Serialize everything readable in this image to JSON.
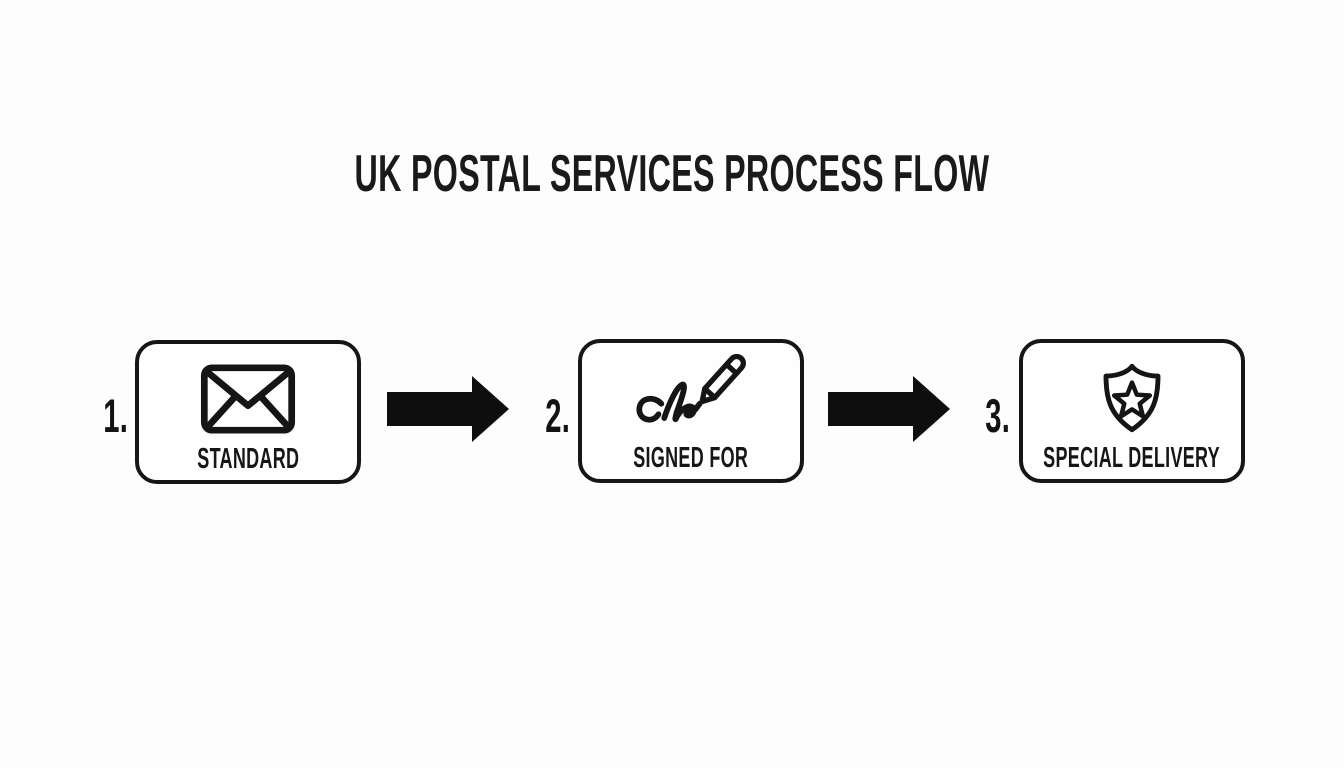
{
  "page": {
    "background_color": "#fdfdfd",
    "ink_color": "#141414"
  },
  "title": "UK POSTAL SERVICES PROCESS FLOW",
  "steps": [
    {
      "number": "1.",
      "label": "STANDARD",
      "icon": "envelope-icon"
    },
    {
      "number": "2.",
      "label": "SIGNED FOR",
      "icon": "signature-icon"
    },
    {
      "number": "3.",
      "label": "SPECIAL DELIVERY",
      "icon": "shield-star-icon"
    }
  ],
  "connectors": [
    {
      "type": "arrow-right"
    },
    {
      "type": "arrow-right"
    }
  ]
}
